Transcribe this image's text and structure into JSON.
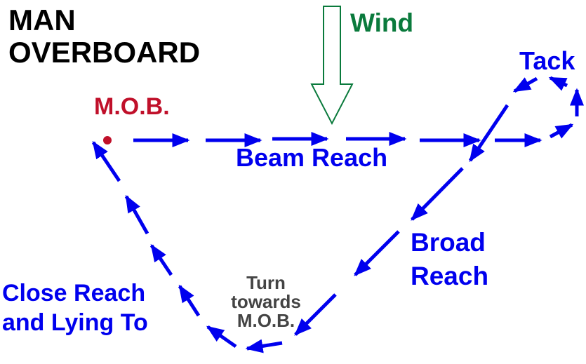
{
  "title_line1": "MAN",
  "title_line2": "OVERBOARD",
  "labels": {
    "wind": "Wind",
    "mob": "M.O.B.",
    "beam_reach": "Beam Reach",
    "tack": "Tack",
    "broad_reach_line1": "Broad",
    "broad_reach_line2": "Reach",
    "close_reach_line1": "Close Reach",
    "close_reach_line2": "and Lying To",
    "turn_line1": "Turn",
    "turn_line2": "towards",
    "turn_line3": "M.O.B."
  },
  "colors": {
    "course": "#0000ee",
    "wind": "#0a7a3c",
    "mob": "#c0102a",
    "title": "#000000",
    "turn_text": "#444444"
  }
}
